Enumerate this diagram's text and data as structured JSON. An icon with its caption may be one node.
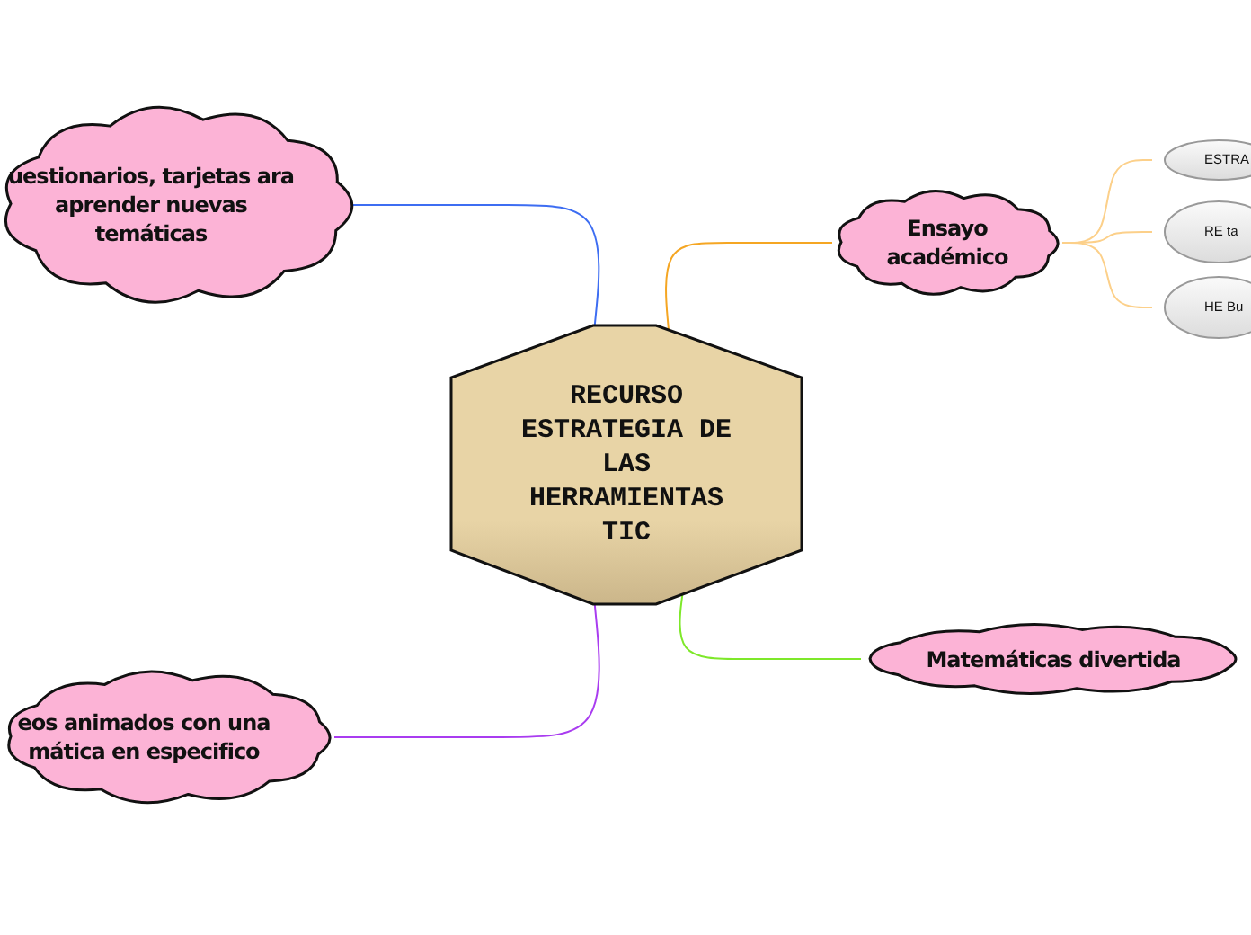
{
  "diagram": {
    "nodes": [
      {
        "text": [
          "RECURSO ESTRATEGIA DE LAS HERRAMIENTAS TIC"
        ]
      },
      {
        "text": [
          "uestionarios, tarjetas ara aprender nuevas temáticas"
        ]
      },
      {
        "text": [
          "Ensayo académico"
        ]
      },
      {
        "text": [
          "ESTRA"
        ]
      },
      {
        "text": [
          "RE ta"
        ]
      },
      {
        "text": [
          "HE Bu"
        ]
      },
      {
        "text": [
          "Matemáticas divertida"
        ]
      },
      {
        "text": [
          "eos animados con una mática en especifico"
        ]
      }
    ],
    "edges": [
      {
        "from": 0,
        "to": 1,
        "arrow": "none",
        "color": "#3d6df2"
      },
      {
        "from": 0,
        "to": 2,
        "arrow": "none",
        "color": "#f5a623"
      },
      {
        "from": 2,
        "to": 3,
        "arrow": "none",
        "color": "#fcd08a"
      },
      {
        "from": 2,
        "to": 4,
        "arrow": "none",
        "color": "#fcd08a"
      },
      {
        "from": 2,
        "to": 5,
        "arrow": "none",
        "color": "#fcd08a"
      },
      {
        "from": 0,
        "to": 6,
        "arrow": "none",
        "color": "#7ee82a"
      },
      {
        "from": 0,
        "to": 7,
        "arrow": "none",
        "color": "#a93cf0"
      }
    ]
  }
}
